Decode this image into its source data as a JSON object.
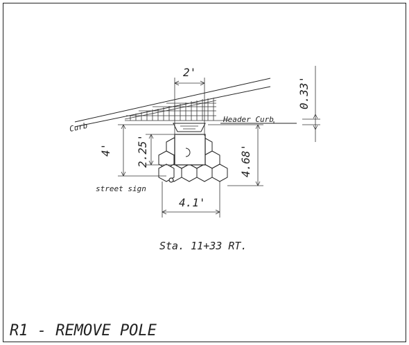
{
  "drawing": {
    "title": "R1 - REMOVE POLE",
    "station": "Sta. 11+33 RT.",
    "labels": {
      "curb": "Curb",
      "header_curb": "Header Curb",
      "street_sign": "street sign"
    },
    "dimensions": {
      "top_width": "2'",
      "curb_offset": "0.33'",
      "left_height": "4'",
      "inner_height": "2.25'",
      "right_height": "4.68'",
      "bottom_width": "4.1'"
    }
  }
}
